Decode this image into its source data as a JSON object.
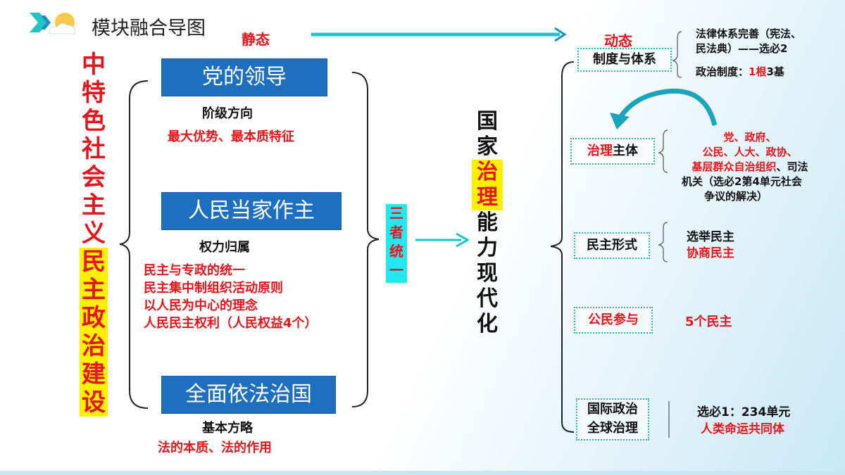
{
  "header": {
    "title": "模块融合导图"
  },
  "left_title": [
    "中",
    "特",
    "色",
    "社",
    "会",
    "主",
    "义",
    "民",
    "主",
    "政",
    "治",
    "建",
    "设"
  ],
  "left_title_highlight_from": 7,
  "static_label": "静态",
  "dynamic_label": "动态",
  "pillars": [
    {
      "title": "党的领导",
      "sub": "阶级方向",
      "details": [
        "最大优势、最本质特征"
      ]
    },
    {
      "title": "人民当家作主",
      "sub": "权力归属",
      "details": [
        "民主与专政的统一",
        "民主集中制组织活动原则",
        "以人民为中心的理念",
        "人民民主权利（人民权益4个）"
      ]
    },
    {
      "title": "全面依法治国",
      "sub": "基本方略",
      "details": [
        "法的本质、法的作用"
      ]
    }
  ],
  "unity": [
    "三",
    "者",
    "统",
    "一"
  ],
  "center": [
    "国",
    "家",
    "治",
    "理",
    "能",
    "力",
    "现",
    "代",
    "化"
  ],
  "right": {
    "system": {
      "label": "制度与体系",
      "lines": [
        "法律体系完善（宪法、",
        "民法典）——选必2"
      ],
      "politics_prefix": "政治制度：",
      "politics_red": "1根",
      "politics_suffix": "3基"
    },
    "subject": {
      "label_red": "治理",
      "label_black": "主体",
      "red_lines": [
        "党、政府、",
        "公民、人大、政协、",
        "基层群众自治组织"
      ],
      "black_tail": "、司法",
      "black_lines": [
        "机关（选必2第4单元社会",
        "争议的解决）"
      ]
    },
    "form": {
      "label": "民主形式",
      "item1": "选举民主",
      "item2": "协商民主"
    },
    "participation": {
      "label": "公民参与",
      "value": "5个民主"
    },
    "global": {
      "label_line1": "国际政治",
      "label_line2": "全球治理",
      "line1": "选必1：234单元",
      "line2": "人类命运共同体"
    }
  }
}
